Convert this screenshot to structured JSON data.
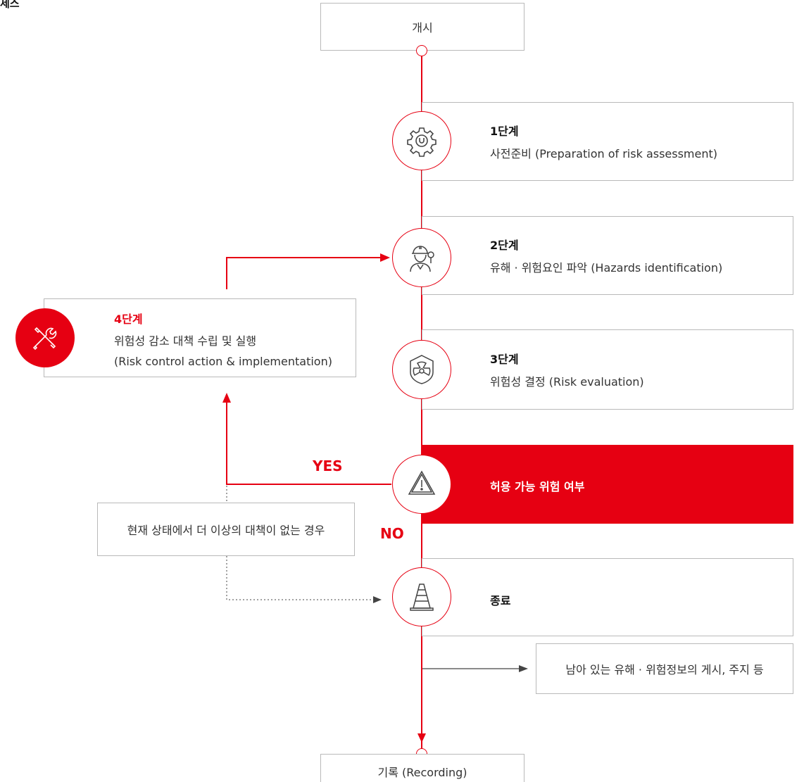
{
  "header": {
    "truncated_title": "세스"
  },
  "start": {
    "label": "개시"
  },
  "step1": {
    "title": "1단계",
    "desc": "사전준비 (Preparation of risk assessment)"
  },
  "step2": {
    "title": "2단계",
    "desc": "유해 · 위험요인 파악 (Hazards identification)"
  },
  "step3": {
    "title": "3단계",
    "desc": "위험성 결정 (Risk evaluation)"
  },
  "step4": {
    "title": "4단계",
    "desc_line1": "위험성 감소 대책 수립 및 실행",
    "desc_line2": "(Risk control action & implementation)"
  },
  "decision": {
    "label": "허용 가능 위험 여부",
    "yes_label": "YES",
    "no_label": "NO"
  },
  "no_further": {
    "label": "현재 상태에서 더 이상의 대책이 없는 경우"
  },
  "end": {
    "label": "종료"
  },
  "residual": {
    "label": "남아 있는 유해 · 위험정보의 게시, 주지 등"
  },
  "record": {
    "label": "기록 (Recording)"
  },
  "colors": {
    "accent": "#e60012",
    "border": "#b9b9b9",
    "text": "#333333"
  }
}
